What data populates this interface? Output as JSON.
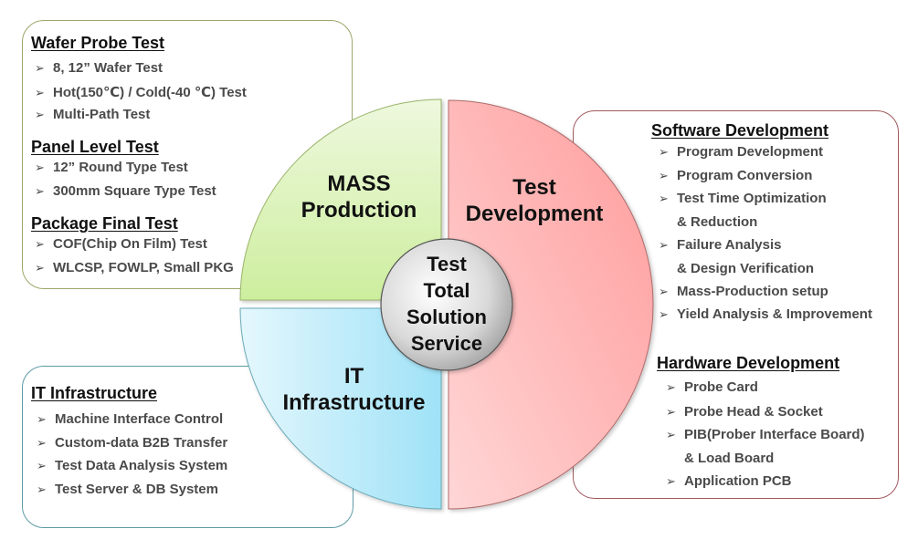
{
  "colors": {
    "mass_production": "#d6f0a8",
    "test_development": "#ffa6a6",
    "it_infrastructure": "#a6e4f6",
    "center": "#d8d8d8",
    "box_mass_border": "#9aa86a",
    "box_it_border": "#5e9aa6",
    "box_test_border": "#a05a5e",
    "item_text": "#4a4a4a"
  },
  "bullet_icon": "➢",
  "center": {
    "lines": [
      "Test",
      "Total",
      "Solution",
      "Service"
    ]
  },
  "segments": {
    "mass": {
      "lines": [
        "MASS",
        "Production"
      ]
    },
    "test": {
      "lines": [
        "Test",
        "Development"
      ]
    },
    "it": {
      "lines": [
        "IT",
        "Infrastructure"
      ]
    }
  },
  "mass_box": {
    "sections": [
      {
        "title": "Wafer Probe Test",
        "items": [
          "8, 12” Wafer Test",
          "Hot(150℃) / Cold(-40 ℃) Test",
          "Multi-Path Test"
        ]
      },
      {
        "title": "Panel Level Test",
        "items": [
          "12” Round Type Test",
          "300mm Square Type Test"
        ]
      },
      {
        "title": "Package Final Test",
        "items": [
          "COF(Chip On Film) Test",
          "WLCSP, FOWLP, Small PKG"
        ]
      }
    ]
  },
  "it_box": {
    "sections": [
      {
        "title": "IT Infrastructure",
        "items": [
          "Machine Interface Control",
          "Custom-data B2B Transfer",
          "Test Data Analysis System",
          "Test Server & DB System"
        ]
      }
    ]
  },
  "test_box": {
    "sections": [
      {
        "title": "Software Development",
        "items": [
          "Program Development",
          "Program Conversion",
          "Test Time Optimization",
          "& Reduction",
          "Failure Analysis",
          "& Design Verification",
          "Mass-Production setup",
          "Yield Analysis & Improvement"
        ]
      },
      {
        "title": "Hardware Development",
        "items": [
          "Probe Card",
          "Probe Head & Socket",
          "PIB(Prober Interface  Board)",
          "& Load Board",
          "Application PCB"
        ]
      }
    ]
  }
}
